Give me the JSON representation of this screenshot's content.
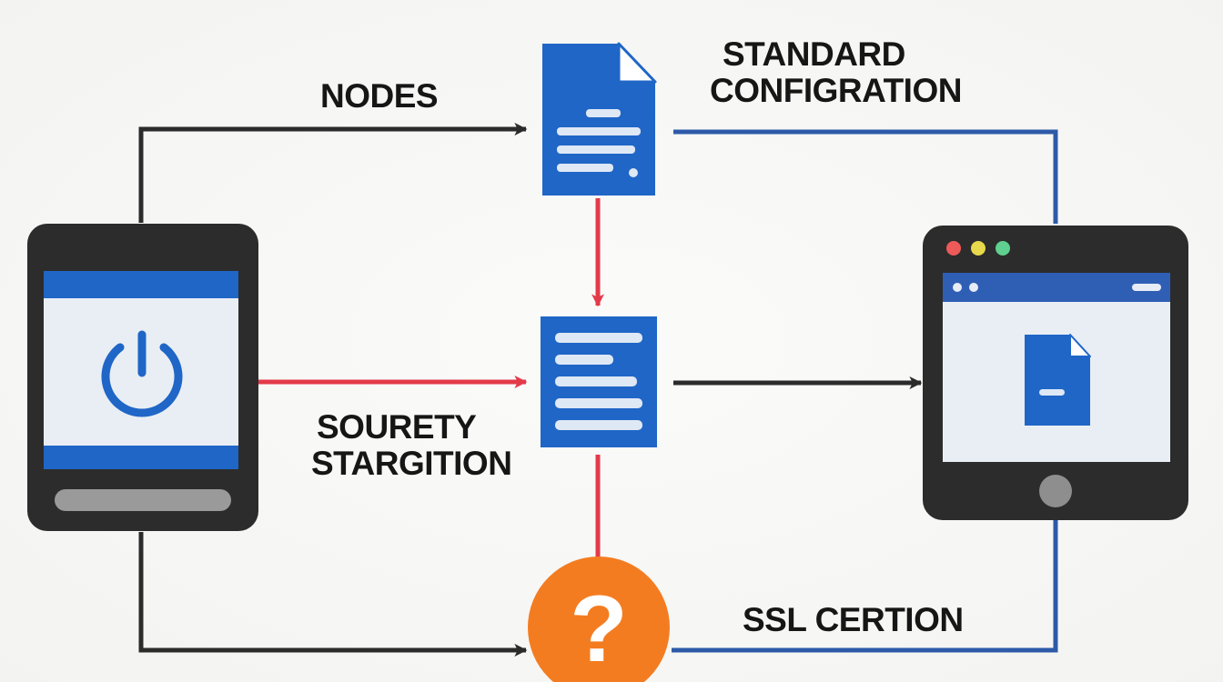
{
  "labels": {
    "nodes": "NODES",
    "standard_line1": "STANDARD",
    "standard_line2": "CONFIGRATION",
    "sourety_line1": "SOURETY",
    "sourety_line2": "STARGITION",
    "ssl": "SSL CERTION"
  },
  "question_mark": "?",
  "icons": {
    "left_device": "tablet-power-icon",
    "top_document": "document-icon",
    "middle_document": "document-list-icon",
    "bottom_help": "question-mark-icon",
    "right_device": "browser-window-tablet-icon"
  },
  "colors": {
    "blue": "#1f66c7",
    "red": "#e33a4a",
    "orange": "#f47c20",
    "dark": "#2b2b2b",
    "blue_line": "#2d5aa8"
  }
}
